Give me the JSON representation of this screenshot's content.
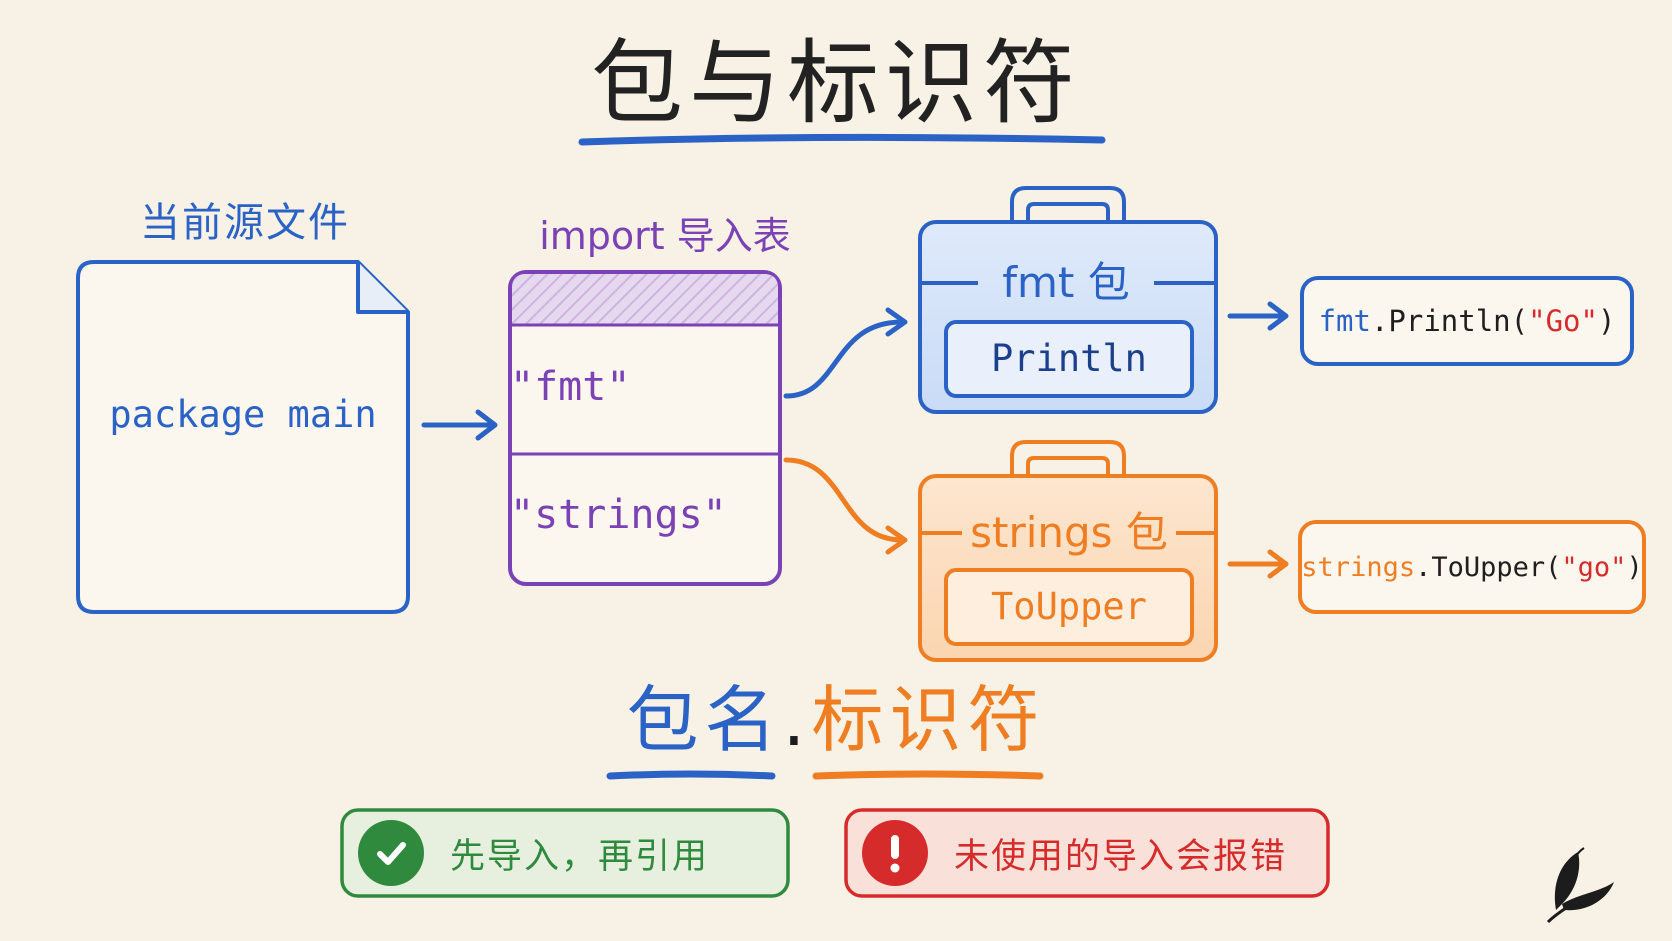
{
  "title": "包与标识符",
  "source": {
    "label": "当前源文件",
    "code": "package main"
  },
  "import_table": {
    "label": "import 导入表",
    "rows": [
      "\"fmt\"",
      "\"strings\""
    ]
  },
  "packages": [
    {
      "name": "fmt 包",
      "identifier": "Println",
      "usage": {
        "pkg": "fmt",
        "call": ".Println(",
        "arg": "\"Go\"",
        "close": ")"
      },
      "color": "#2a62c6"
    },
    {
      "name": "strings 包",
      "identifier": "ToUpper",
      "usage": {
        "pkg": "strings",
        "call": ".ToUpper(",
        "arg": "\"go\"",
        "close": ")"
      },
      "color": "#ef7d22"
    }
  ],
  "formula": {
    "pkg": "包名",
    "dot": ".",
    "ident": "标识符"
  },
  "notes": [
    {
      "text": "先导入，再引用",
      "icon": "check-icon",
      "color": "#2f8a3e"
    },
    {
      "text": "未使用的导入会报错",
      "icon": "exclamation-icon",
      "color": "#d62b2b"
    }
  ],
  "colors": {
    "blue": "#2a62c6",
    "purple": "#7a42b4",
    "orange": "#ef7d22",
    "green": "#2f8a3e",
    "red": "#d62b2b",
    "background": "#f8f2e6"
  }
}
